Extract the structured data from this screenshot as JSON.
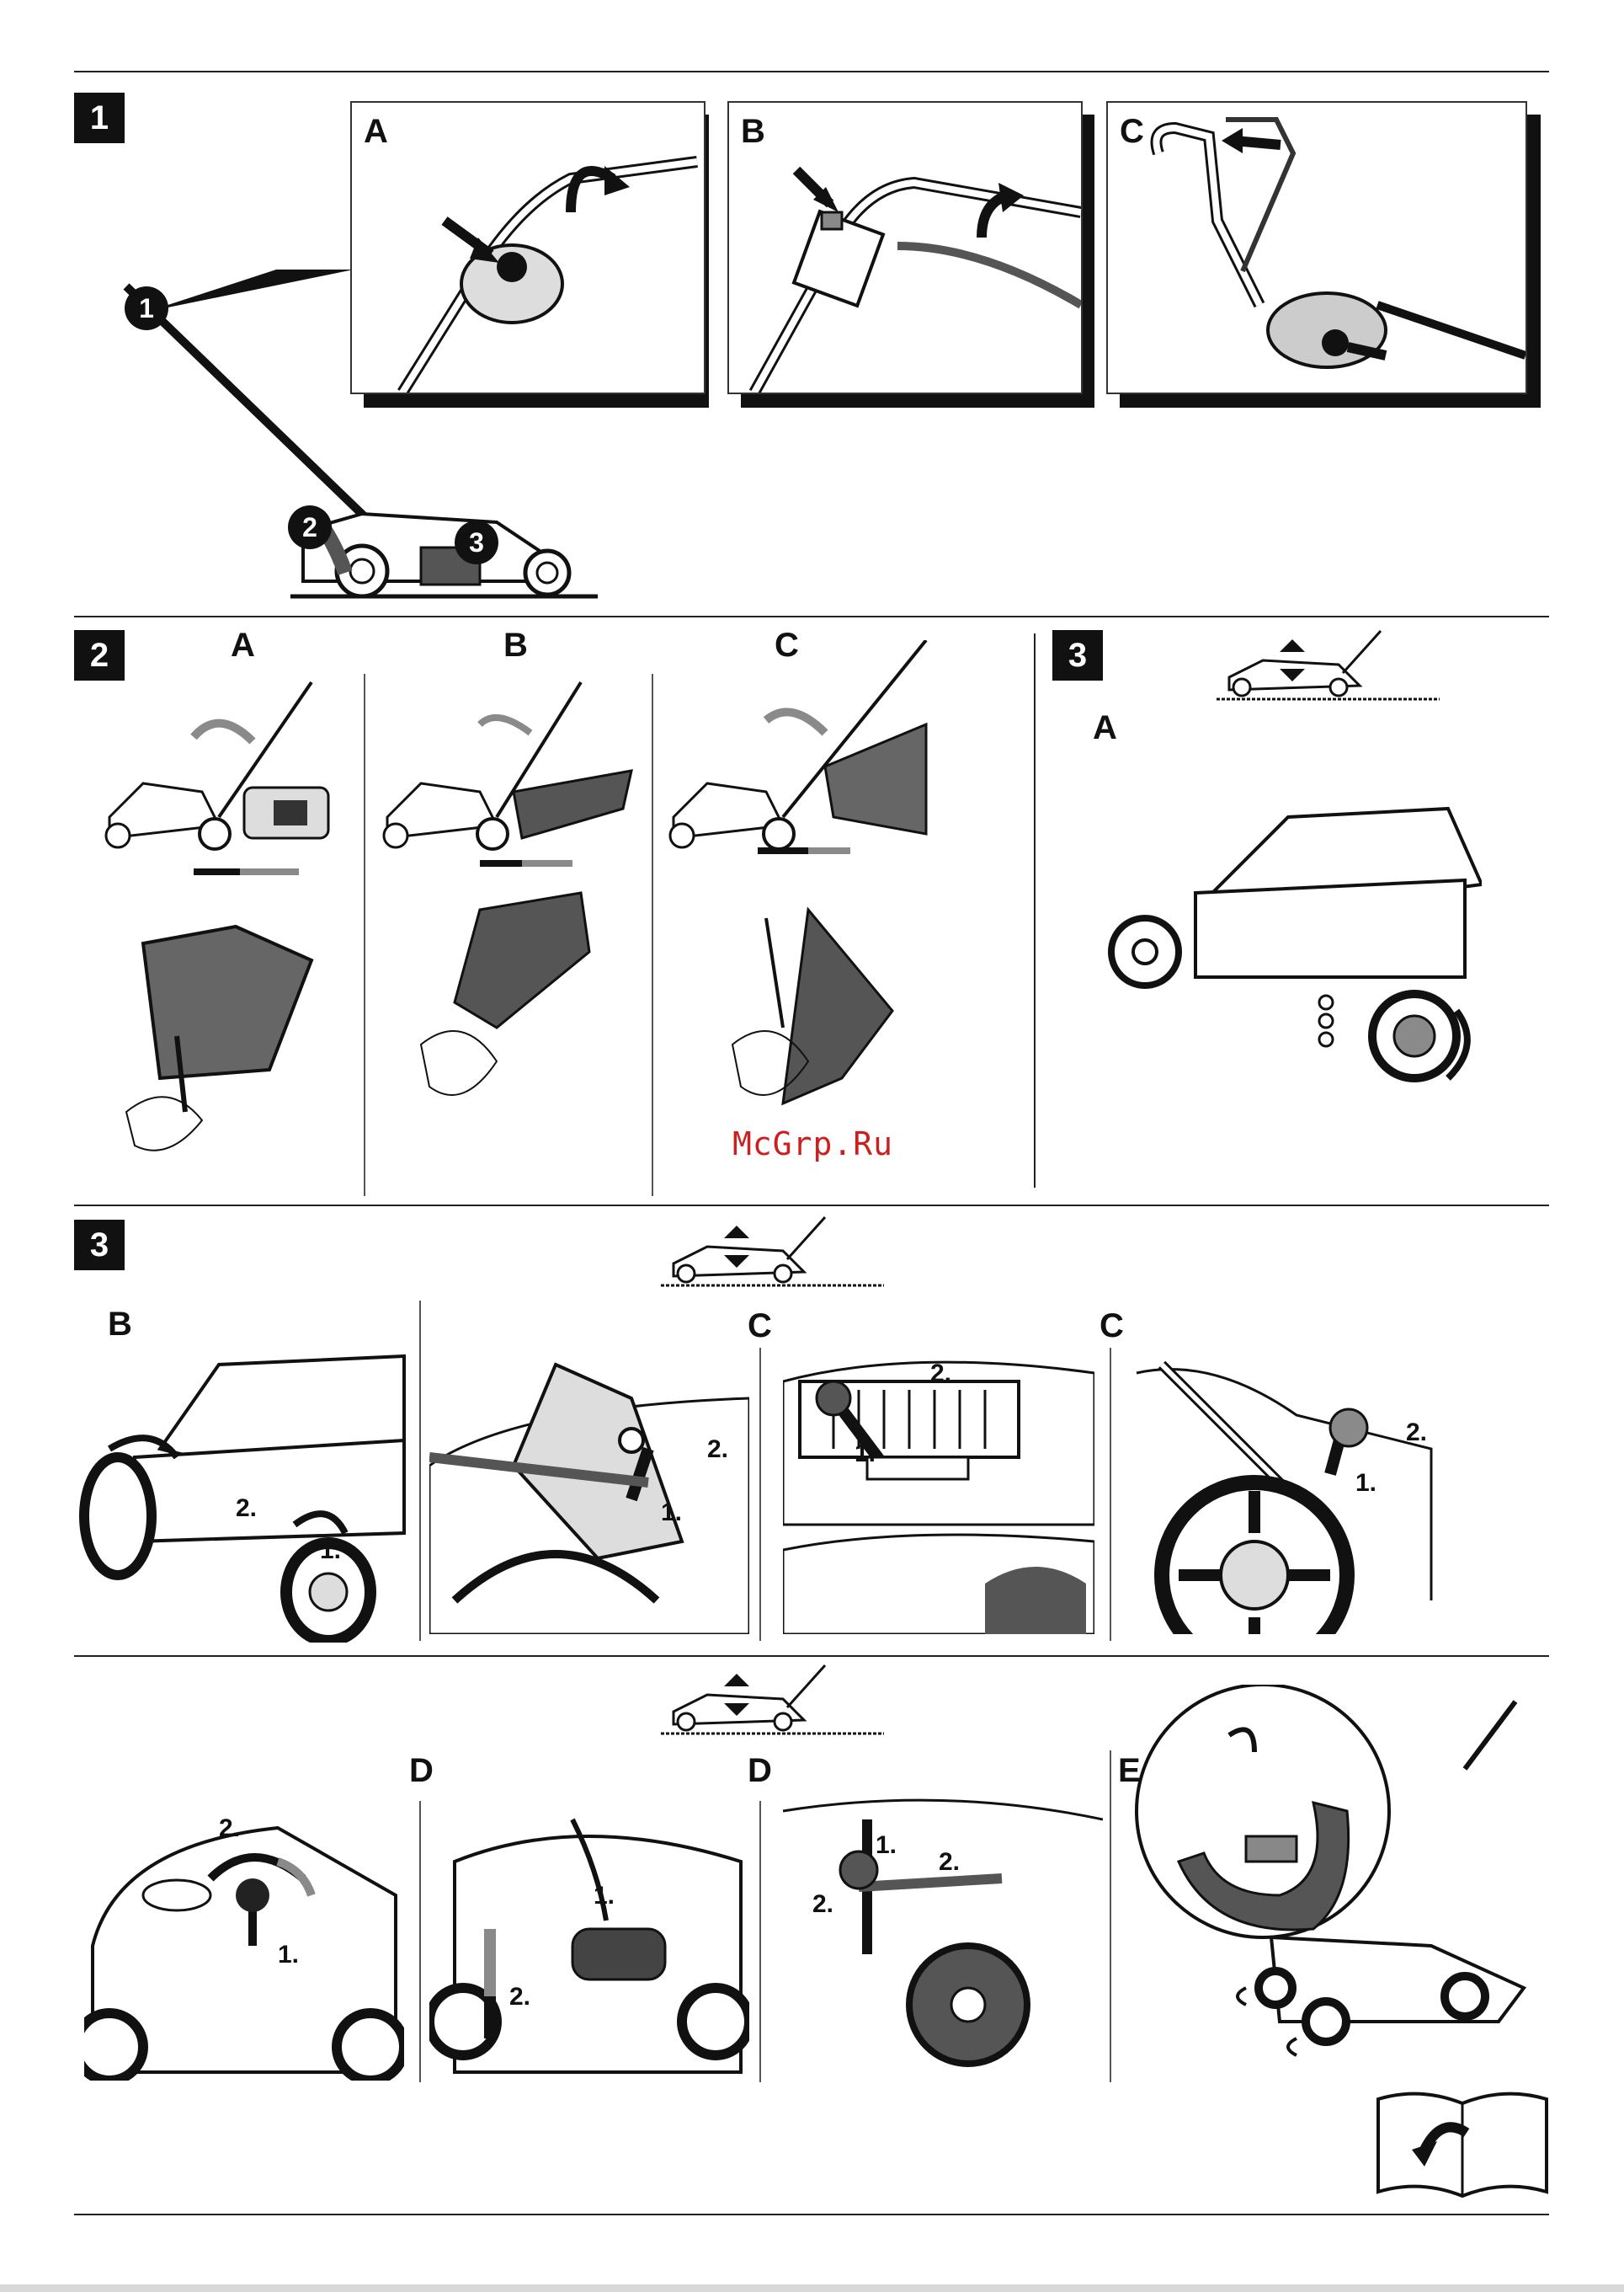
{
  "sections": {
    "s1": {
      "number": "1",
      "panels": [
        "A",
        "B",
        "C"
      ],
      "callouts": [
        "1",
        "2",
        "3"
      ]
    },
    "s2": {
      "number": "2",
      "panels": [
        "A",
        "B",
        "C"
      ]
    },
    "s3a": {
      "number": "3",
      "panels": [
        "A"
      ]
    },
    "s3b": {
      "number": "3",
      "panels": [
        "B",
        "C",
        "C"
      ],
      "steps": [
        "1.",
        "2."
      ]
    },
    "s4": {
      "panels": [
        "D",
        "D",
        "E"
      ],
      "steps": [
        "1.",
        "2."
      ]
    }
  },
  "watermark": "McGrp.Ru",
  "colors": {
    "ink": "#111111",
    "gray": "#8a8a8a",
    "watermark": "#cc1f1f"
  },
  "icons": [
    "mower-height-adjust-icon",
    "read-manual-icon"
  ]
}
